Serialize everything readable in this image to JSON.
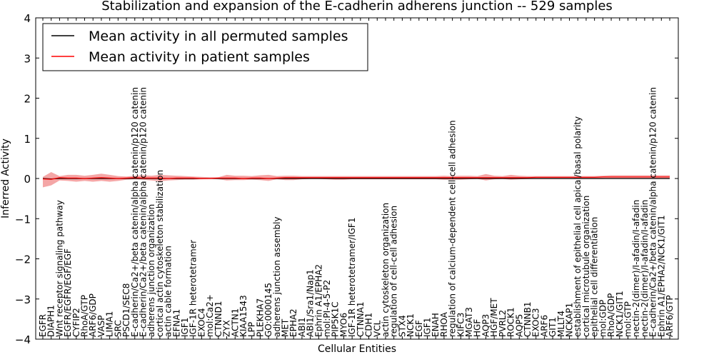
{
  "chart_data": {
    "type": "line",
    "title": "Stabilization and expansion of the E-cadherin adherens junction -- 529 samples",
    "xlabel": "Cellular Entities",
    "ylabel": "Inferred Activity",
    "ylim": [
      -4,
      4
    ],
    "yticks": [
      -4,
      -3,
      -2,
      -1,
      0,
      1,
      2,
      3,
      4
    ],
    "legend_position": "top-left",
    "grid": false,
    "categories": [
      "EGFR",
      "DIAPH1",
      "Wnt receptor signaling pathway",
      "EGFR/EGFR/EGF/EGF",
      "CYFIP2",
      "RhoA/GTP",
      "ARF6/GDP",
      "VASP",
      "LIMA1",
      "SRC",
      "PSCD1/SEC8",
      "E-cadherin/Ca2+/beta catenin/alpha catenin/p120 catenin",
      "E-cadherin/Ca2+/beta catenin/alpha catenin/p120 catenin",
      "adherens junction organization",
      "cortical actin cytoskeleton stabilization",
      "actin cable formation",
      "EFNA1",
      "IGF1",
      "IGF-1R heterotetramer",
      "EXOC4",
      "mol:Ca2+",
      "CTNND1",
      "ZYX",
      "ACTN1",
      "KIAA1543",
      "LPP",
      "PLEKHA7",
      "GO:0000145",
      "adherens junction assembly",
      "MET",
      "EPHA2",
      "ABI1",
      "ABI1/Sra1/Nap1",
      "Ephrin A1/EPHA2",
      "mol:PI-4-5-P2",
      "PIP5K1C",
      "MYO6",
      "IGF-1R heterotetramer/IGF1",
      "CTNNA1",
      "CDH1",
      "VCL",
      "actin cytoskeleton organization",
      "regulation of cell-cell adhesion",
      "STX4",
      "NCK1",
      "EGF",
      "IGF1",
      "ENAH",
      "RHOA",
      "regulation of calcium-dependent cell-cell adhesion",
      "KIFC3",
      "MGAT3",
      "HGF",
      "AQP3",
      "HGF/MET",
      "PVRL2",
      "ROCK1",
      "AQP5",
      "CTNNB1",
      "EXOC3",
      "ARF6",
      "GIT1",
      "MLLT4",
      "NCKAP1",
      "establishment of epithelial cell apical/basal polarity",
      "cortical microtubule organization",
      "epithelial cell differentiation",
      "mol:GDP",
      "RhoA/GDP",
      "NCK1/GIT1",
      "mol:GTP",
      "nectin-2(dimer)/I-afadin/I-afadin",
      "nectin-2(dimer)/I-afadin/I-afadin",
      "E-cadherin/Ca2+/beta catenin/alpha catenin/p120 catenin",
      "Ephrin A1/EPHA2/NCK1/GIT1",
      "ARF6/GTP"
    ],
    "series": [
      {
        "name": "Mean activity in all permuted samples",
        "color": "#000000",
        "values": [
          0.0,
          -0.01,
          0.0,
          0.0,
          0.0,
          0.0,
          0.0,
          0.0,
          0.0,
          0.0,
          0.0,
          0.0,
          0.0,
          0.0,
          0.0,
          0.0,
          0.0,
          0.0,
          0.0,
          0.0,
          0.0,
          0.0,
          0.0,
          0.0,
          0.0,
          0.0,
          0.0,
          0.0,
          0.0,
          0.0,
          0.0,
          0.0,
          0.0,
          0.0,
          0.0,
          0.0,
          0.0,
          0.0,
          0.0,
          0.0,
          0.0,
          0.0,
          0.0,
          0.0,
          0.0,
          0.0,
          0.0,
          0.0,
          0.0,
          0.0,
          0.0,
          0.0,
          0.0,
          0.0,
          0.0,
          0.0,
          0.0,
          0.0,
          0.0,
          0.0,
          0.0,
          0.0,
          0.0,
          0.0,
          0.0,
          0.0,
          0.0,
          0.0,
          0.0,
          0.0,
          0.0,
          0.0,
          0.0,
          0.0,
          0.0,
          0.0
        ]
      },
      {
        "name": "Mean activity in patient samples",
        "color": "#ff0000",
        "band_color": "#f08080",
        "values": [
          -0.01,
          -0.02,
          0.02,
          0.01,
          0.01,
          0.0,
          0.01,
          0.02,
          0.01,
          0.0,
          0.01,
          0.02,
          0.01,
          0.01,
          0.01,
          0.0,
          0.01,
          0.01,
          0.01,
          0.0,
          0.0,
          0.01,
          0.01,
          0.01,
          0.0,
          0.01,
          0.01,
          0.0,
          0.01,
          0.02,
          0.02,
          0.02,
          0.02,
          0.02,
          0.02,
          0.02,
          0.02,
          0.02,
          0.02,
          0.02,
          0.02,
          0.02,
          0.02,
          0.02,
          0.02,
          0.02,
          0.02,
          0.02,
          0.02,
          0.02,
          0.02,
          0.02,
          0.02,
          0.02,
          0.02,
          0.02,
          0.02,
          0.02,
          0.02,
          0.03,
          0.03,
          0.03,
          0.03,
          0.03,
          0.03,
          0.03,
          0.03,
          0.04,
          0.04,
          0.04,
          0.04,
          0.04,
          0.04,
          0.04,
          0.04,
          0.04
        ],
        "lower": [
          -0.22,
          -0.17,
          -0.05,
          -0.06,
          -0.08,
          -0.06,
          -0.08,
          -0.06,
          -0.08,
          -0.06,
          -0.03,
          -0.02,
          -0.03,
          -0.05,
          -0.07,
          -0.05,
          -0.04,
          -0.03,
          -0.03,
          -0.02,
          -0.01,
          -0.02,
          -0.05,
          -0.04,
          -0.04,
          -0.03,
          -0.04,
          -0.06,
          -0.02,
          -0.04,
          -0.04,
          -0.02,
          -0.01,
          -0.01,
          -0.02,
          -0.03,
          -0.03,
          -0.02,
          -0.02,
          -0.02,
          -0.02,
          -0.02,
          -0.02,
          -0.02,
          -0.02,
          -0.02,
          -0.02,
          -0.02,
          -0.03,
          -0.03,
          -0.03,
          -0.02,
          -0.01,
          -0.05,
          -0.02,
          -0.01,
          -0.03,
          -0.02,
          -0.01,
          -0.01,
          -0.01,
          -0.01,
          -0.01,
          -0.01,
          -0.01,
          -0.01,
          -0.01,
          -0.01,
          0.0,
          0.0,
          0.0,
          0.0,
          0.0,
          -0.01,
          -0.01,
          -0.01
        ],
        "upper": [
          0.04,
          0.16,
          0.06,
          0.09,
          0.09,
          0.07,
          0.09,
          0.12,
          0.09,
          0.06,
          0.05,
          0.07,
          0.08,
          0.07,
          0.09,
          0.08,
          0.07,
          0.06,
          0.05,
          0.04,
          0.03,
          0.03,
          0.09,
          0.07,
          0.07,
          0.06,
          0.08,
          0.09,
          0.06,
          0.07,
          0.07,
          0.06,
          0.06,
          0.06,
          0.06,
          0.06,
          0.06,
          0.06,
          0.06,
          0.06,
          0.06,
          0.06,
          0.06,
          0.06,
          0.06,
          0.06,
          0.06,
          0.06,
          0.07,
          0.06,
          0.07,
          0.07,
          0.06,
          0.11,
          0.07,
          0.06,
          0.09,
          0.07,
          0.06,
          0.06,
          0.06,
          0.06,
          0.06,
          0.06,
          0.06,
          0.06,
          0.06,
          0.07,
          0.08,
          0.08,
          0.08,
          0.08,
          0.08,
          0.08,
          0.08,
          0.08
        ]
      }
    ]
  }
}
